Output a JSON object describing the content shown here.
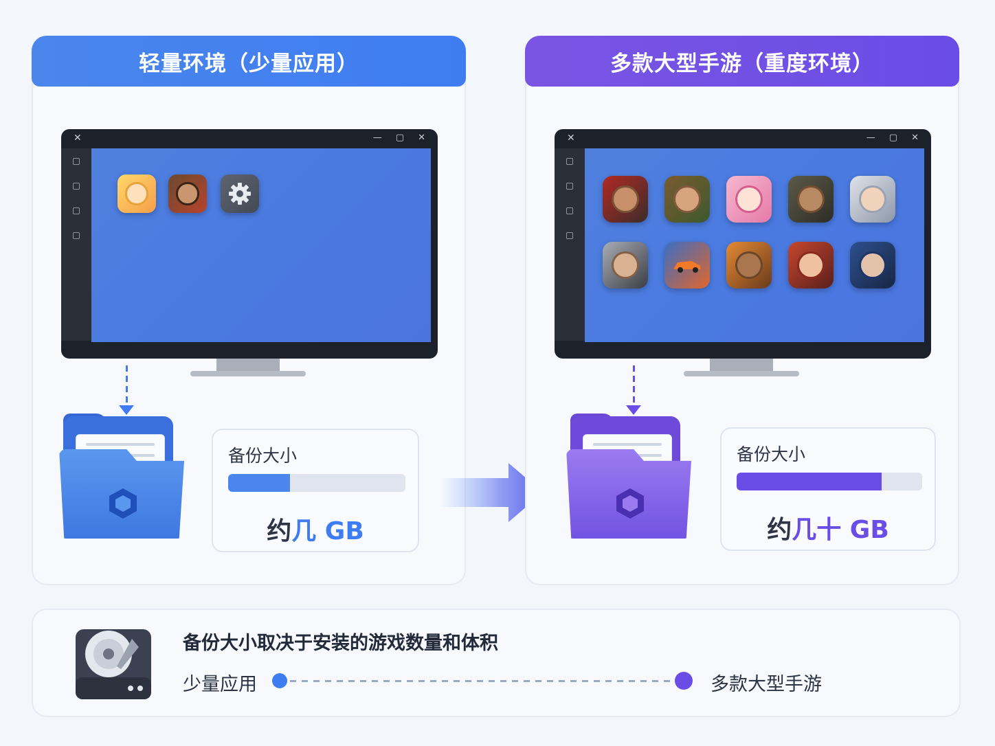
{
  "left_panel": {
    "title": "轻量环境（少量应用）",
    "accent": "#4a86ec",
    "apps": [
      "cartoon-girl-game-icon",
      "warrior-game-icon",
      "settings-gear-icon"
    ],
    "backup_label": "备份大小",
    "backup_fill": 0.35,
    "backup_value_prefix": "约",
    "backup_value_emph": "几",
    "backup_value_unit": "GB"
  },
  "right_panel": {
    "title": "多款大型手游（重度环境）",
    "accent": "#6a4ce6",
    "apps": [
      "samurai-game-icon",
      "soldier-game-icon",
      "anime-girl-game-icon",
      "helmet-soldier-game-icon",
      "white-hair-hero-game-icon",
      "silver-hair-hero-game-icon",
      "racing-car-game-icon",
      "commando-game-icon",
      "red-hair-heroine-game-icon",
      "blue-hair-warrior-game-icon"
    ],
    "backup_label": "备份大小",
    "backup_fill": 0.78,
    "backup_value_prefix": "约",
    "backup_value_emph": "几十",
    "backup_value_unit": "GB"
  },
  "bottom": {
    "title": "备份大小取决于安装的游戏数量和体积",
    "scale_left": "少量应用",
    "scale_right": "多款大型手游"
  },
  "colors": {
    "blue": "#4a86ec",
    "purple": "#6a4ce6"
  }
}
